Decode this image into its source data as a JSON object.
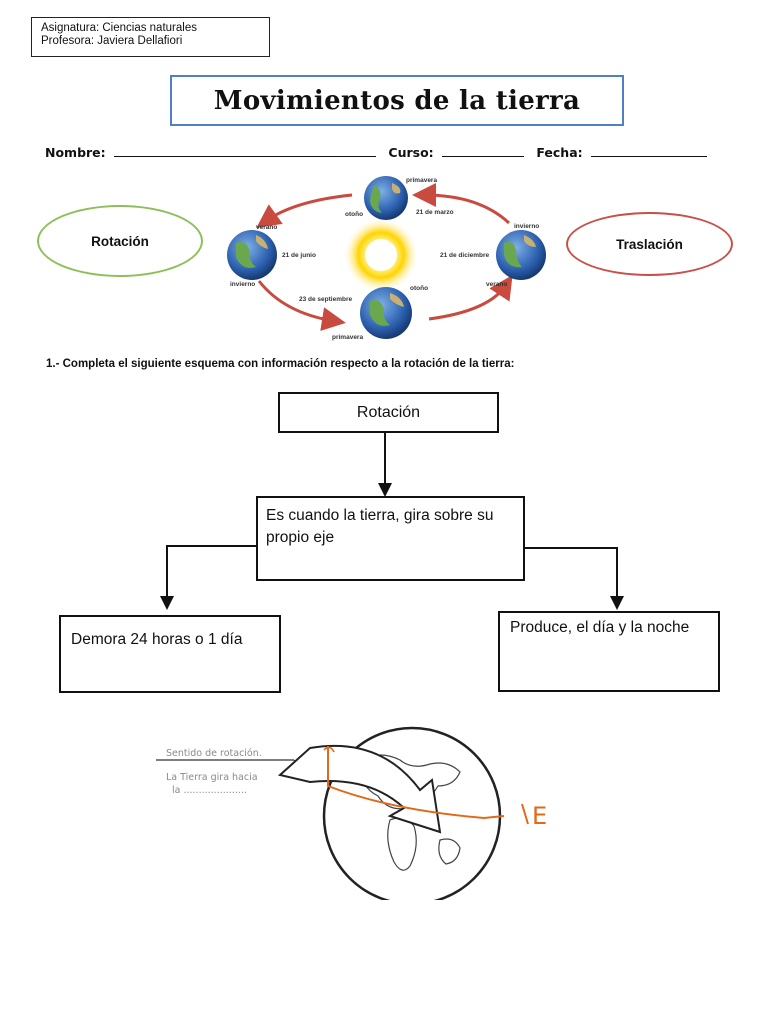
{
  "header": {
    "subject": "Asignatura: Ciencias naturales",
    "teacher": "Profesora: Javiera Dellafiori"
  },
  "title": "Movimientos de la tierra",
  "fields": {
    "name_label": "Nombre:",
    "course_label": "Curso:",
    "date_label": "Fecha:"
  },
  "bubbles": {
    "rotation": "Rotación",
    "translation": "Traslación"
  },
  "orbit_labels": {
    "top_season_a": "primavera",
    "top_season_b": "otoño",
    "top_date": "21 de marzo",
    "left_season_a": "verano",
    "left_season_b": "invierno",
    "left_date": "21 de junio",
    "right_season_a": "invierno",
    "right_season_b": "verano",
    "right_date": "21 de diciembre",
    "bottom_season_a": "otoño",
    "bottom_season_b": "primavera",
    "bottom_date": "23 de septiembre"
  },
  "question": "1.- Completa el siguiente esquema con información respecto a la rotación de la tierra:",
  "scheme": {
    "root": "Rotación",
    "definition": "Es cuando la tierra, gira sobre su propio eje",
    "left_leaf": "Demora 24 horas o 1 día",
    "right_leaf": "Produce, el día y la noche"
  },
  "globe": {
    "caption_1": "Sentido de rotación.",
    "caption_2": "La Tierra gira hacia",
    "caption_3": "la .....................",
    "handwritten": "E",
    "handwriting_color": "#e06a1a"
  },
  "colors": {
    "title_border": "#4f7fc4",
    "rotation_ellipse": "#8fbf5a",
    "translation_ellipse": "#c9504a",
    "orbit_arrows": "#c94a3e",
    "sun": "#ffd400"
  }
}
